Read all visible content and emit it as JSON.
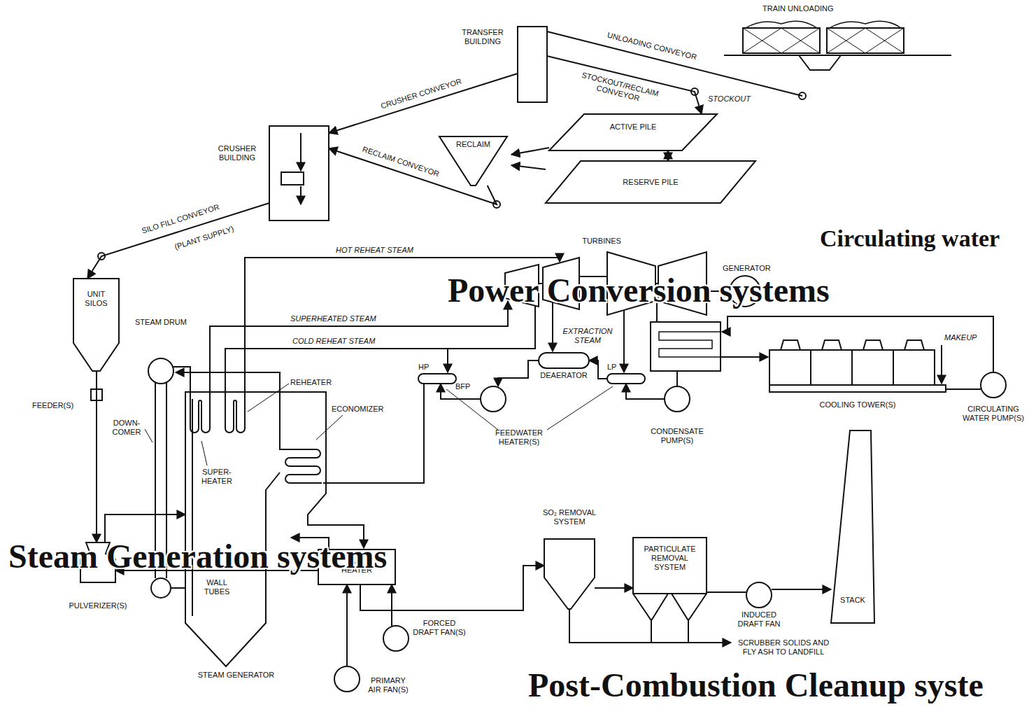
{
  "diagram": {
    "nodes": [
      {
        "text": [
          "TRANSFER BUILDING"
        ]
      },
      {
        "text": [
          "ACTIVE PILE"
        ]
      },
      {
        "text": [
          "CRUSHER BUILDING"
        ]
      },
      {
        "text": [
          "RECLAIM"
        ]
      },
      {
        "text": [
          "RESERVE PILE"
        ]
      },
      {
        "text": [
          "UNIT SILOS"
        ]
      },
      {
        "text": [
          "TURBINES"
        ]
      },
      {
        "text": [
          "GENERATOR"
        ]
      },
      {
        "text": [
          "STEAM DRUM"
        ]
      },
      {
        "text": [
          "HP"
        ]
      },
      {
        "text": [
          "BFP"
        ]
      },
      {
        "text": [
          "DEAERATOR"
        ]
      },
      {
        "text": [
          "LP"
        ]
      },
      {
        "text": [
          "COOLING TOWER(S)"
        ]
      },
      {
        "text": [
          "CONDENSATE PUMP(S)"
        ]
      },
      {
        "text": [
          "CIRCULATING WATER PUMP(S)"
        ]
      },
      {
        "text": [
          "STACK"
        ]
      },
      {
        "text": [
          "SO₂ REMOVAL SYSTEM"
        ]
      },
      {
        "text": [
          "PULVERIZER(S)"
        ]
      },
      {
        "text": [
          "AIR HEATER"
        ]
      },
      {
        "text": [
          "PARTICULATE REMOVAL SYSTEM"
        ]
      },
      {
        "text": [
          "INDUCED DRAFT FAN"
        ]
      },
      {
        "text": [
          "FORCED DRAFT FAN(S)"
        ]
      },
      {
        "text": [
          "STEAM GENERATOR"
        ]
      },
      {
        "text": [
          "PRIMARY AIR FAN(S)"
        ]
      }
    ],
    "edges": [
      {
        "from": 0,
        "to": 1,
        "arrow": "to"
      },
      {
        "from": 0,
        "to": 2,
        "arrow": "to"
      },
      {
        "from": 3,
        "to": 2,
        "arrow": "to"
      },
      {
        "from": 1,
        "to": 4,
        "arrow": "both"
      },
      {
        "from": 1,
        "to": 3,
        "arrow": "to"
      },
      {
        "from": 4,
        "to": 3,
        "arrow": "to"
      },
      {
        "from": 2,
        "to": 5,
        "arrow": "to"
      },
      {
        "from": 5,
        "to": 18,
        "arrow": "to"
      },
      {
        "from": 18,
        "to": 23,
        "arrow": "to"
      },
      {
        "from": 19,
        "to": 18,
        "arrow": "to"
      },
      {
        "from": 19,
        "to": 23,
        "arrow": "to"
      },
      {
        "from": 22,
        "to": 19,
        "arrow": "to"
      },
      {
        "from": 24,
        "to": 19,
        "arrow": "to"
      },
      {
        "from": 19,
        "to": 17,
        "arrow": "to"
      },
      {
        "from": 17,
        "to": 20,
        "arrow": "to"
      },
      {
        "from": 20,
        "to": 21,
        "arrow": "none"
      },
      {
        "from": 21,
        "to": 16,
        "arrow": "to"
      },
      {
        "from": 6,
        "to": 7,
        "arrow": "none"
      },
      {
        "from": 14,
        "to": 12,
        "arrow": "to"
      },
      {
        "from": 12,
        "to": 11,
        "arrow": "to"
      },
      {
        "from": 11,
        "to": 10,
        "arrow": "to"
      },
      {
        "from": 10,
        "to": 9,
        "arrow": "to"
      },
      {
        "from": 13,
        "to": 15,
        "arrow": "none"
      }
    ],
    "labels": [
      "TRAIN UNLOADING",
      "UNLOADING CONVEYOR",
      "STOCKOUT/RECLAIM CONVEYOR",
      "STOCKOUT",
      "CRUSHER CONVEYOR",
      "RECLAIM CONVEYOR",
      "SILO FILL CONVEYOR",
      "(PLANT SUPPLY)",
      "HOT REHEAT STEAM",
      "Circulating water",
      "Power Conversion systems",
      "SUPERHEATED STEAM",
      "COLD REHEAT STEAM",
      "EXTRACTION STEAM",
      "MAKEUP",
      "REHEATER",
      "ECONOMIZER",
      "FEEDER(S)",
      "DOWN- COMER",
      "SUPER- HEATER",
      "FEEDWATER HEATER(S)",
      "Steam Generation systems",
      "WALL TUBES",
      "SCRUBBER SOLIDS AND FLY ASH TO LANDFILL",
      "Post-Combustion Cleanup syste"
    ]
  }
}
